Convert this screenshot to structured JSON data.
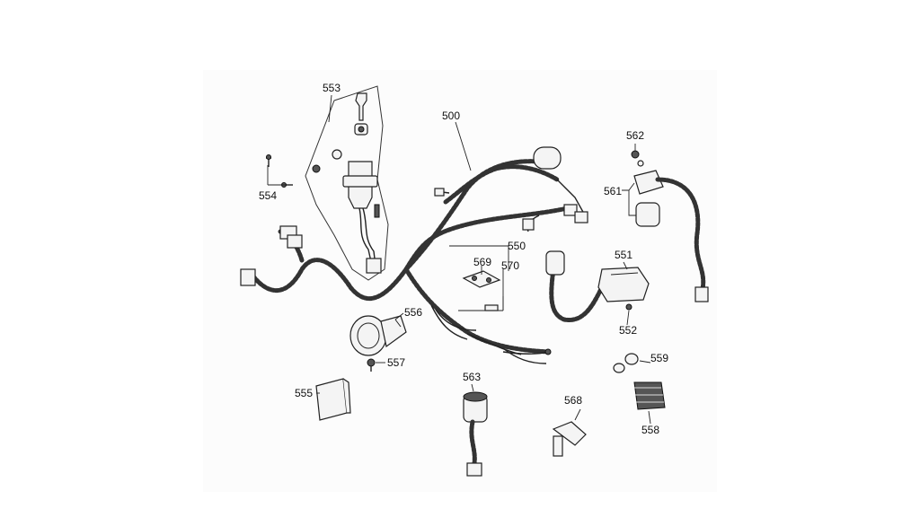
{
  "diagram": {
    "labels": {
      "p500": "500",
      "p550": "550",
      "p551": "551",
      "p552": "552",
      "p553": "553",
      "p554": "554",
      "p555": "555",
      "p556": "556",
      "p557": "557",
      "p558": "558",
      "p559": "559",
      "p561": "561",
      "p562": "562",
      "p563": "563",
      "p568": "568",
      "p569": "569",
      "p570": "570"
    }
  }
}
